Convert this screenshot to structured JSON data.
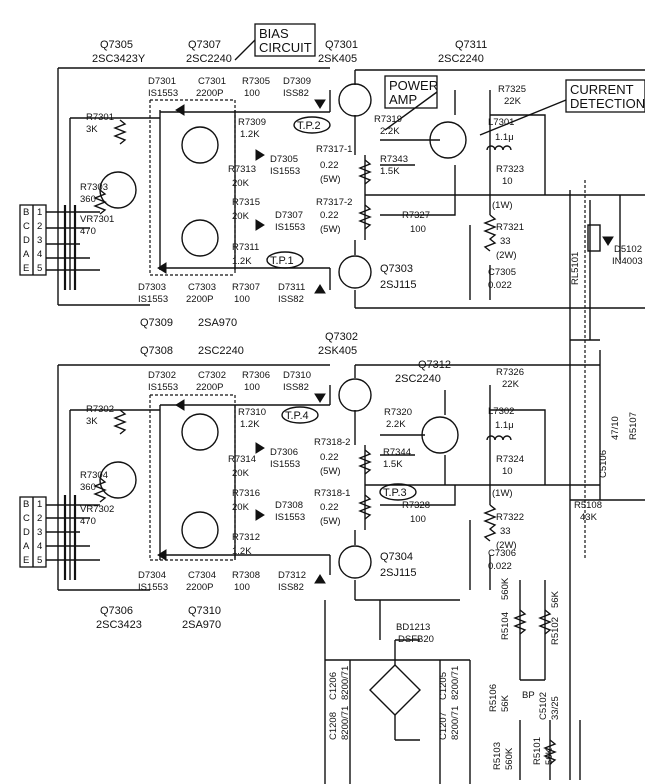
{
  "ch1": {
    "q7305": "Q7305",
    "q7305_type": "2SC3423Y",
    "q7307": "Q7307",
    "q7307_type": "2SC2240",
    "q7301": "Q7301",
    "q7301_type": "2SK405",
    "q7311": "Q7311",
    "q7311_type": "2SC2240",
    "q7303": "Q7303",
    "q7303_type": "2SJ115",
    "q7309": "Q7309",
    "q7309_type": "2SA970",
    "d7301": "D7301",
    "d7301_t": "IS1553",
    "c7301": "C7301",
    "c7301_v": "2200P",
    "r7305": "R7305",
    "r7305_v": "100",
    "d7309": "D7309",
    "d7309_t": "ISS82",
    "r7301": "R7301",
    "r7301_v": "3K",
    "r7303": "R7303",
    "r7303_v": "360",
    "vr7301": "VR7301",
    "vr7301_v": "470",
    "r7309": "R7309",
    "r7309_v": "1.2K",
    "r7313": "R7313",
    "r7313_v": "20K",
    "d7305": "D7305",
    "d7305_t": "IS1553",
    "r7315": "R7315",
    "r7315_v": "20K",
    "d7307": "D7307",
    "d7307_t": "IS1553",
    "r7311": "R7311",
    "r7311_v": "1.2K",
    "d7303": "D7303",
    "d7303_t": "IS1553",
    "c7303": "C7303",
    "c7303_v": "2200P",
    "r7307": "R7307",
    "r7307_v": "100",
    "d7311": "D7311",
    "d7311_t": "ISS82",
    "r7319": "R7319",
    "r7319_v": "2.2K",
    "r7343": "R7343",
    "r7343_v": "1.5K",
    "r7317_1": "R7317-1",
    "r7317_1_v": "0.22",
    "r7317_1_w": "(5W)",
    "r7317_2": "R7317-2",
    "r7317_2_v": "0.22",
    "r7317_2_w": "(5W)",
    "r7327": "R7327",
    "r7327_v": "100",
    "r7325": "R7325",
    "r7325_v": "22K",
    "l7301": "L7301",
    "l7301_v": "1.1μ",
    "r7323": "R7323",
    "r7323_v": "10",
    "r7323_w": "(1W)",
    "r7321": "R7321",
    "r7321_v": "33",
    "r7321_w": "(2W)",
    "c7305": "C7305",
    "c7305_v": "0.022",
    "tp1": "T.P.1",
    "tp2": "T.P.2"
  },
  "ch2": {
    "q7308": "Q7308",
    "q7308_type": "2SC2240",
    "q7302": "Q7302",
    "q7302_type": "2SK405",
    "q7312": "Q7312",
    "q7312_type": "2SC2240",
    "q7304": "Q7304",
    "q7304_type": "2SJ115",
    "q7306": "Q7306",
    "q7306_type": "2SC3423",
    "q7310": "Q7310",
    "q7310_type": "2SA970",
    "d7302": "D7302",
    "d7302_t": "IS1553",
    "c7302": "C7302",
    "c7302_v": "2200P",
    "r7306": "R7306",
    "r7306_v": "100",
    "d7310": "D7310",
    "d7310_t": "ISS82",
    "r7302": "R7302",
    "r7302_v": "3K",
    "r7304": "R7304",
    "r7304_v": "360",
    "vr7302": "VR7302",
    "vr7302_v": "470",
    "r7310": "R7310",
    "r7310_v": "1.2K",
    "r7314": "R7314",
    "r7314_v": "20K",
    "d7306": "D7306",
    "d7306_t": "IS1553",
    "r7316": "R7316",
    "r7316_v": "20K",
    "d7308": "D7308",
    "d7308_t": "IS1553",
    "r7312": "R7312",
    "r7312_v": "1.2K",
    "d7304": "D7304",
    "d7304_t": "IS1553",
    "c7304": "C7304",
    "c7304_v": "2200P",
    "r7308": "R7308",
    "r7308_v": "100",
    "d7312": "D7312",
    "d7312_t": "ISS82",
    "r7320": "R7320",
    "r7320_v": "2.2K",
    "r7344": "R7344",
    "r7344_v": "1.5K",
    "r7318_2": "R7318-2",
    "r7318_2_v": "0.22",
    "r7318_2_w": "(5W)",
    "r7318_1": "R7318-1",
    "r7318_1_v": "0.22",
    "r7318_1_w": "(5W)",
    "r7328": "R7328",
    "r7328_v": "100",
    "r7326": "R7326",
    "r7326_v": "22K",
    "l7302": "L7302",
    "l7302_v": "1.1μ",
    "r7324": "R7324",
    "r7324_v": "10",
    "r7324_w": "(1W)",
    "r7322": "R7322",
    "r7322_v": "33",
    "r7322_w": "(2W)",
    "c7306": "C7306",
    "c7306_v": "0.022",
    "tp3": "T.P.3",
    "tp4": "T.P.4"
  },
  "callouts": {
    "bias": "BIAS\nCIRCUIT",
    "bias_l1": "BIAS",
    "bias_l2": "CIRCUIT",
    "power_l1": "POWER",
    "power_l2": "AMP",
    "current_l1": "CURRENT",
    "current_l2": "DETECTION"
  },
  "connectors": {
    "pins_top": [
      "B",
      "C",
      "D",
      "A",
      "E"
    ],
    "nums_top": [
      "1",
      "2",
      "3",
      "4",
      "5"
    ],
    "pins_bot": [
      "B",
      "C",
      "D",
      "A",
      "E"
    ],
    "nums_bot": [
      "1",
      "2",
      "3",
      "4",
      "5"
    ]
  },
  "relay": {
    "rl": "RL5101",
    "d5102": "D5102",
    "d5102_t": "IN4003"
  },
  "right": {
    "c5106": "C5106",
    "c5106_v": "47/10",
    "r5107": "R5107",
    "r5108": "R5108",
    "r5108_v": "43K",
    "r5104": "R5104",
    "r5104_v": "560K",
    "r5102": "R5102",
    "r5102_v": "56K",
    "r5106": "R5106",
    "r5106_v": "56K",
    "c5102": "C5102",
    "c5102_v": "33/25",
    "bp": "BP",
    "r5103": "R5103",
    "r5103_v": "560K",
    "r5101": "R5101",
    "r5101_v": "56K"
  },
  "psu": {
    "bd": "BD1213",
    "bd_t": "DSFB20",
    "c1208": "C1208",
    "c1208_v": "8200/71",
    "c1206": "C1206",
    "c1206_v": "8200/71",
    "c1207": "C1207",
    "c1207_v": "8200/71",
    "c1205": "C1205",
    "c1205_v": "8200/71"
  }
}
